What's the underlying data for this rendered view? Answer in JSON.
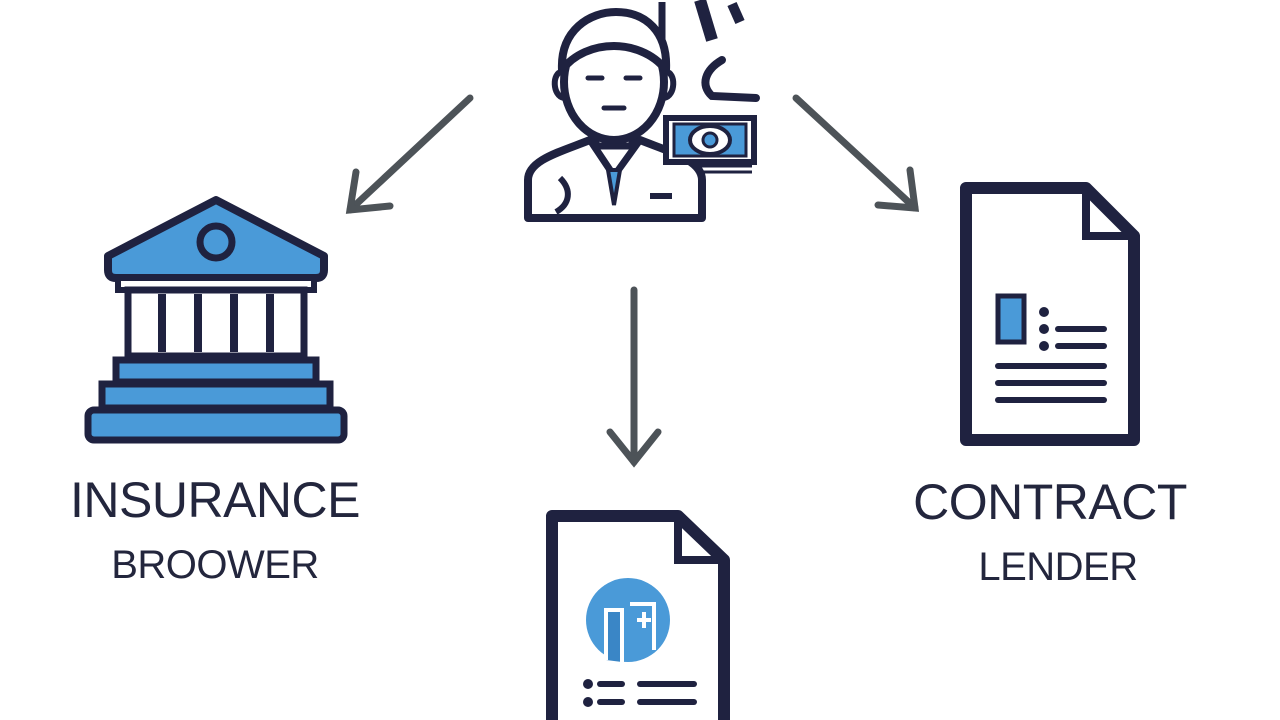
{
  "nodes": {
    "left": {
      "title": "INSURANCE",
      "subtitle": "BROOWER",
      "icon": "bank-icon"
    },
    "right": {
      "title": "CONTRACT",
      "subtitle": "LENDER",
      "icon": "contract-document-icon"
    },
    "center": {
      "icon": "person-with-money-icon"
    },
    "bottom": {
      "icon": "insurance-document-icon"
    }
  },
  "colors": {
    "navy": "#1f2240",
    "blue": "#4a9ad8",
    "arrow": "#4d5358",
    "white": "#ffffff"
  }
}
